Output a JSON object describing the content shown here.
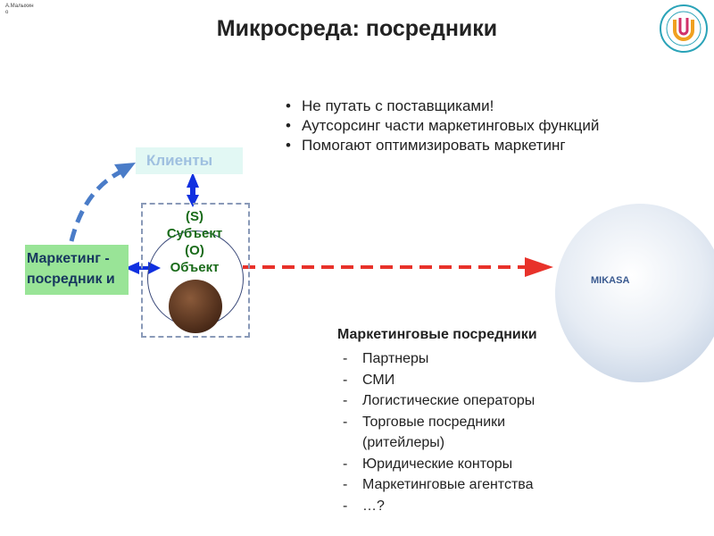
{
  "author": "А.Малыхин о",
  "title": "Микросреда: посредники",
  "bullets": [
    "Не путать с поставщиками!",
    "Аутсорсинг части маркетинговых функций",
    "Помогают оптимизировать маркетинг"
  ],
  "diagram": {
    "clients": "Клиенты",
    "marketing": "Маркетинг - посредник и",
    "subject_tag": "(S)",
    "subject": "Субъект",
    "object_tag": "(O)",
    "object": "Объект",
    "brand": "MIKASA"
  },
  "intermediaries": {
    "title": "Маркетинговые посредники",
    "items": [
      "Партнеры",
      "СМИ",
      "Логистические операторы",
      "Торговые посредники (ритейлеры)",
      "Юридические конторы",
      "Маркетинговые агентства",
      "…?"
    ]
  },
  "colors": {
    "arrow_red": "#e8322a",
    "arrow_blue": "#4a7cc8"
  }
}
